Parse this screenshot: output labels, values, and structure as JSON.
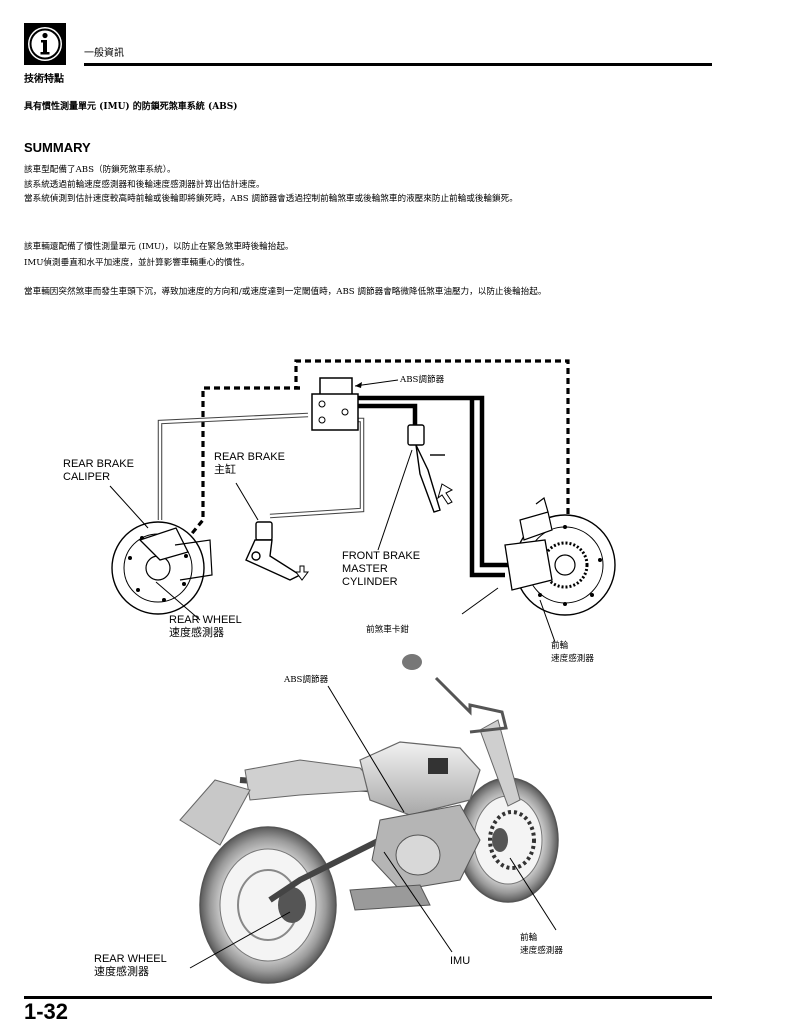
{
  "header": {
    "section": "一般資訊",
    "badge": "技術特點",
    "icon": "info-icon"
  },
  "doc_title": "具有慣性測量單元 (IMU) 的防鎖死煞車系統 (ABS)",
  "summary": {
    "heading": "SUMMARY",
    "paragraphs": [
      "該車型配備了ABS（防鎖死煞車系統）。",
      "該系統透過前輪速度感測器和後輪速度感測器計算出估計速度。",
      "當系統偵測到估計速度較高時前輪或後輪即將鎖死時，ABS 調節器會透過控制前輪煞車或後輪煞車的液壓來防止前輪或後輪鎖死。",
      "該車輛還配備了慣性測量單元 (IMU)，以防止在緊急煞車時後輪抬起。",
      "IMU偵測垂直和水平加速度，並計算影響車輛重心的慣性。",
      "當車輛因突然煞車而發生車頭下沉，導致加速度的方向和/或速度達到一定閾值時，ABS 調節器會略微降低煞車油壓力，以防止後輪抬起。"
    ]
  },
  "diagram": {
    "labels": {
      "abs_modulator": "ABS調節器",
      "rear_brake_caliper": "REAR BRAKE\nCALIPER",
      "rear_brake_master": "REAR BRAKE\n主缸",
      "front_brake_master": "FRONT BRAKE\nMASTER\nCYLINDER",
      "rear_wheel_sensor": "REAR WHEEL\n速度感測器",
      "front_caliper": "前煞車卡鉗",
      "front_wheel_sensor": "前輪\n速度感測器"
    }
  },
  "bike": {
    "labels": {
      "abs_modulator": "ABS調節器",
      "rear_wheel_sensor": "REAR WHEEL\n速度感測器",
      "imu": "IMU",
      "front_wheel_sensor": "前輪\n速度感測器"
    }
  },
  "footer": {
    "page_number": "1-32"
  }
}
